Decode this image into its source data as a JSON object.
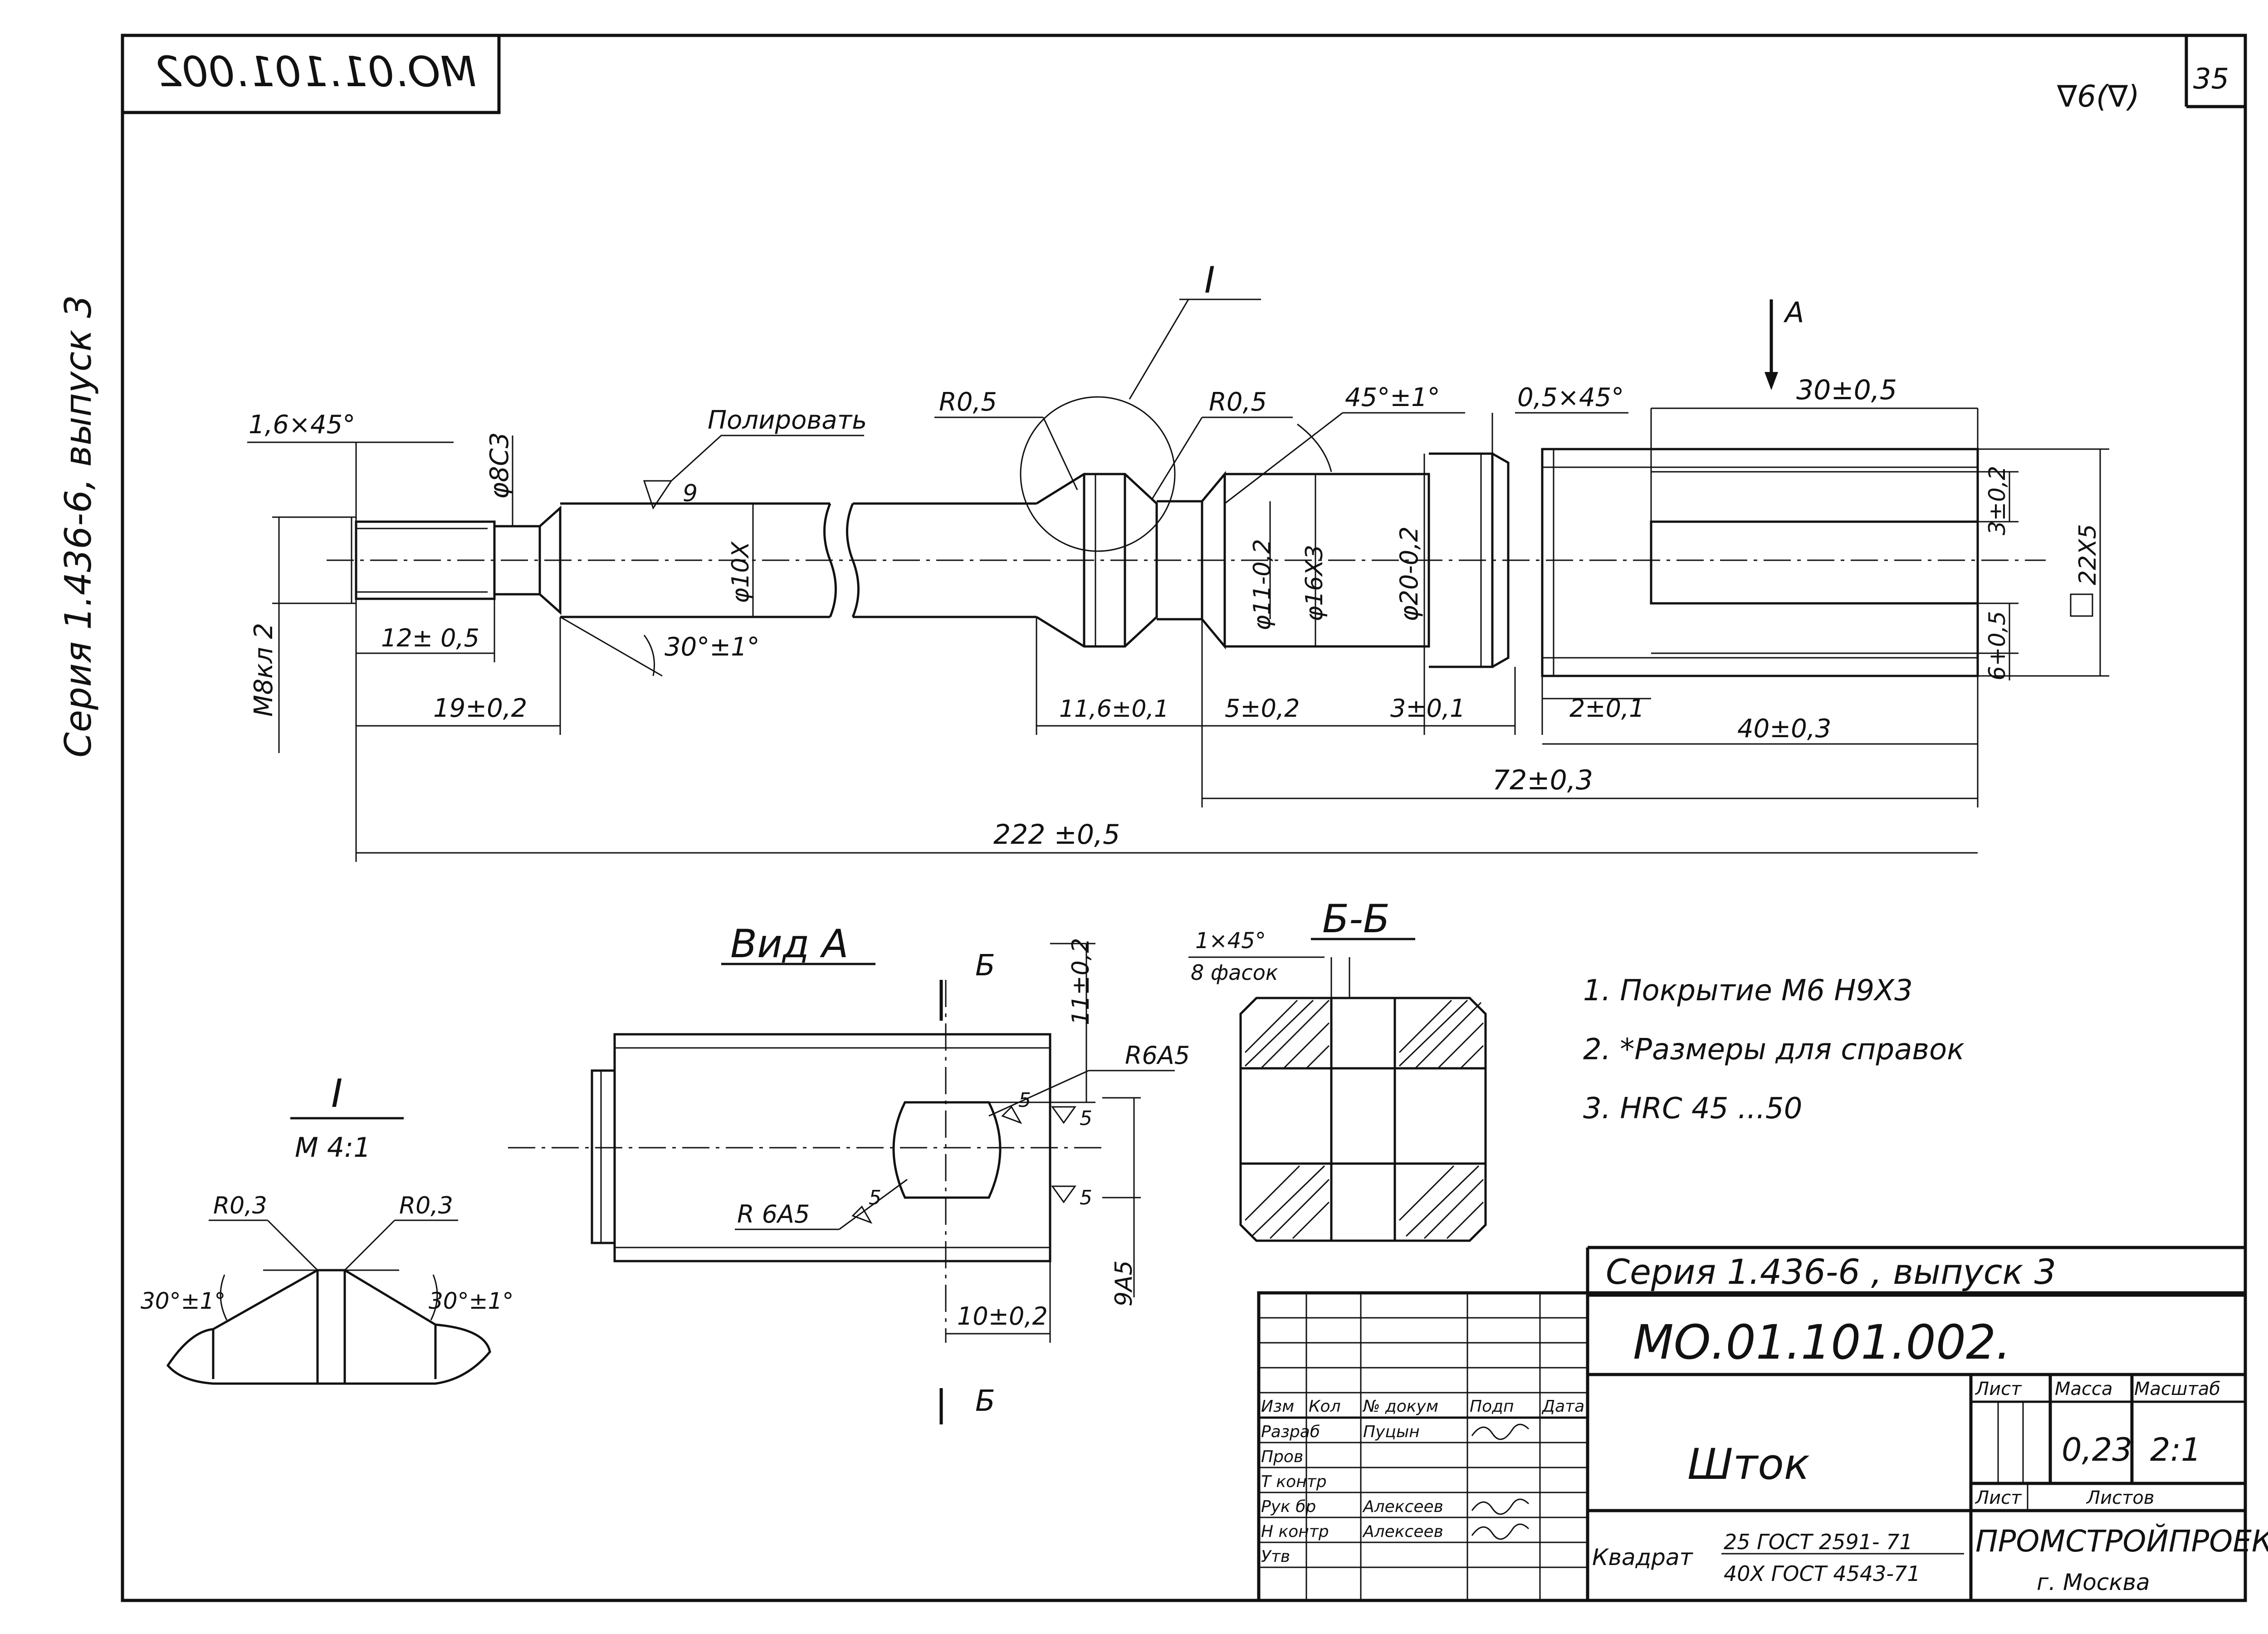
{
  "stamp_mirrored": "МО.01.101.002",
  "page_number": "35",
  "roughness_general": "∇6(∇)",
  "side_series": "Серия 1.436-6, выпуск 3",
  "section_marker": "I",
  "view_a_arrow": "А",
  "polish_label": "Полировать",
  "dims": {
    "chamfer_left": "1,6×45°",
    "d8c3": "φ8С3",
    "roughness9": "9",
    "r05_left": "R0,5",
    "r05_right": "R0,5",
    "angle45": "45°±1°",
    "chamfer05": "0,5×45°",
    "l30": "30±0,5",
    "m8": "М8кл 2",
    "l12": "12± 0,5",
    "l19": "19±0,2",
    "angle30": "30°±1°",
    "d10x": "φ10Х",
    "d11": "φ11-0,2",
    "d16": "φ16Х3",
    "d20": "φ20-0,2",
    "w3": "3±0,2",
    "w6": "6+0,5",
    "sq22": "22Х5",
    "l116": "11,6±0,1",
    "l5": "5±0,2",
    "l3": "3±0,1",
    "l2": "2±0,1",
    "l40": "40±0,3",
    "l72": "72±0,3",
    "l222": "222 ±0,5"
  },
  "view_a": {
    "title": "Вид А",
    "section_mark": "Б",
    "d11v": "11±0,2",
    "r6a5_top": "R6А5",
    "r6a5_bottom": "R 6А5",
    "rough5": "5",
    "d9a5": "9А5",
    "d10": "10±0,2"
  },
  "detail_i": {
    "title": "I",
    "scale": "М 4:1",
    "r03_left": "R0,3",
    "r03_right": "R0,3",
    "angle_left": "30°±1°",
    "angle_right": "30°±1°"
  },
  "section_bb": {
    "title": "Б-Б",
    "chamfer": "1×45°",
    "chamfer_count": "8 фасок"
  },
  "notes": [
    "1.  Покрытие М6 Н9Х3",
    "2.  *Размеры для справок",
    "3.  НRС 45 ...50"
  ],
  "title_block": {
    "series": "Серия 1.436-6 ,  выпуск 3",
    "code": "МО.01.101.002.",
    "part_name": "Шток",
    "sheet_label": "Лист",
    "mass_label": "Масса",
    "scale_label": "Масштаб",
    "mass_value": "0,23",
    "scale_value": "2:1",
    "sheets_left": "Лист",
    "sheets_label": "Листов",
    "material_name": "Квадрат",
    "material_line1": "25 ГОСТ 2591- 71",
    "material_line2": "40Х ГОСТ 4543-71",
    "organization": "ПРОМСТРОЙПРОЕКТ",
    "city": "г. Москва",
    "headers": [
      "Изм",
      "Кол",
      "№ докум",
      "Подп",
      "Дата"
    ],
    "roles": [
      {
        "role": "Разраб",
        "name": "Пуцын"
      },
      {
        "role": "Пров",
        "name": ""
      },
      {
        "role": "Т контр",
        "name": ""
      },
      {
        "role": "Рук бр",
        "name": "Алексеев"
      },
      {
        "role": "Н контр",
        "name": "Алексеев"
      },
      {
        "role": "Утв",
        "name": ""
      }
    ]
  }
}
